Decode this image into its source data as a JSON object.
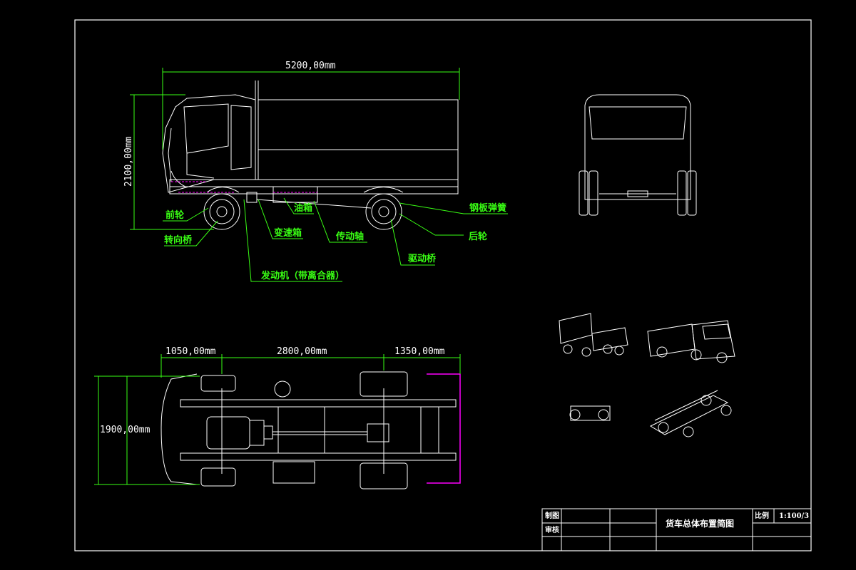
{
  "dimensions": {
    "overall_length": "5200,00mm",
    "overall_height": "2100,00mm",
    "front_overhang": "1050,00mm",
    "wheelbase": "2800,00mm",
    "rear_overhang": "1350,00mm",
    "width": "1900,00mm"
  },
  "callouts": {
    "front_wheel": "前轮",
    "steering_axle": "转向桥",
    "fuel_tank": "油箱",
    "gearbox": "变速箱",
    "drive_shaft": "传动轴",
    "leaf_spring": "钢板弹簧",
    "rear_wheel": "后轮",
    "drive_axle": "驱动桥",
    "engine": "发动机（带离合器）"
  },
  "title_block": {
    "drawn_by": "制图",
    "reviewed_by": "审核",
    "title": "货车总体布置简图",
    "scale_label": "比例",
    "scale_value": "1:100/3"
  }
}
